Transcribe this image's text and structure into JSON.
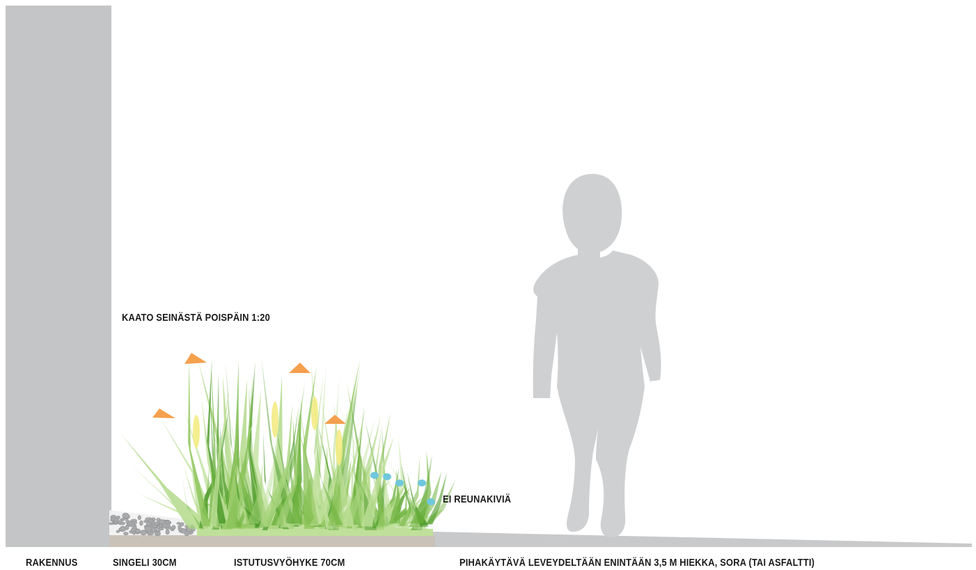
{
  "labels": {
    "slope": "KAATO SEINÄSTÄ POISPÄIN 1:20",
    "no_curbs": "EI REUNAKIVIÄ",
    "building": "RAKENNUS",
    "gravel": "SINGELI 30CM",
    "planting_zone": "ISTUTUSVYÖHYKE 70CM",
    "path": "PIHAKÄYTÄVÄ LEVEYDELTÄÄN ENINTÄÄN 3,5 M HIEKKA, SORA (TAI ASFALTTI)"
  },
  "colors": {
    "wall": "#c4c5c7",
    "ground": "#c9c2b9",
    "path_surface": "#c8c9cb",
    "child_silhouette": "#cfd0d2",
    "grass_light": "#bfe09a",
    "grass_mid": "#8cc45a",
    "grass_dark": "#4c9a2a",
    "flower_orange": "#f5a04e",
    "flower_yellow": "#f4ec84",
    "flower_blue": "#6fc8dc",
    "gravel_stone": "#a9aaac"
  }
}
